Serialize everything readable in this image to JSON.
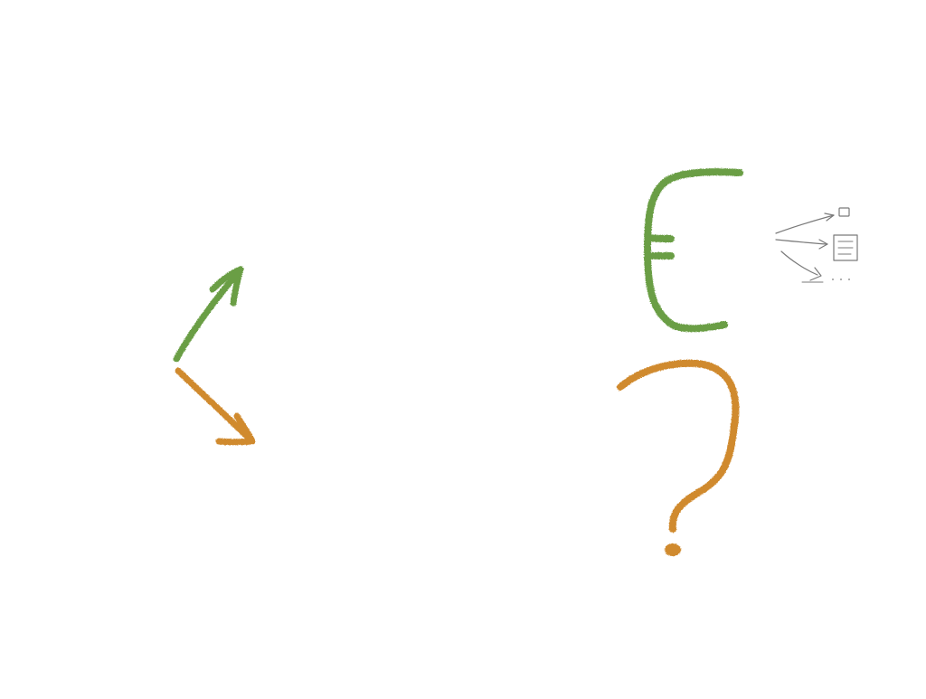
{
  "colors": {
    "background": "#ffffff",
    "green": "#6a9e45",
    "orange": "#d08a2e",
    "gray": "#7a7a7a"
  },
  "sketch": {
    "left_arrows": [
      "green-up-right-arrow",
      "orange-down-right-arrow"
    ],
    "right_symbols": [
      "green-euro-like-bracket",
      "orange-question-mark"
    ],
    "small_doodle": [
      "arrow-to-page-icon",
      "arrow-to-document-icon",
      "arrow-to-dots-icon"
    ]
  }
}
